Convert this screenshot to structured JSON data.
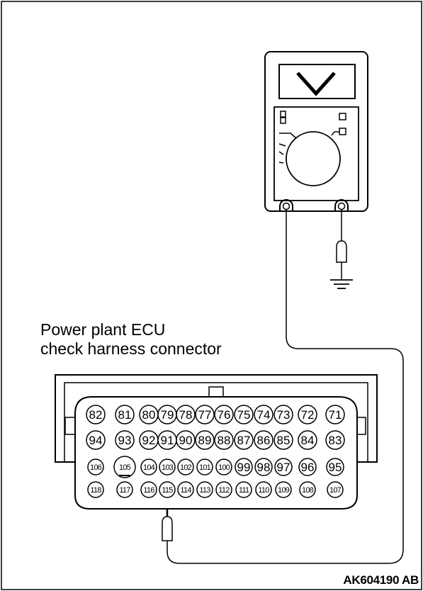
{
  "caption": {
    "line1": "Power plant ECU",
    "line2": "check harness connector"
  },
  "diagram_code": "AK604190 AB",
  "connector": {
    "rows": [
      [
        "82",
        "81",
        "80",
        "79",
        "78",
        "77",
        "76",
        "75",
        "74",
        "73",
        "72",
        "71"
      ],
      [
        "94",
        "93",
        "92",
        "91",
        "90",
        "89",
        "88",
        "87",
        "86",
        "85",
        "84",
        "83"
      ],
      [
        "106",
        "105",
        "104",
        "103",
        "102",
        "101",
        "100",
        "99",
        "98",
        "97",
        "96",
        "95"
      ],
      [
        "118",
        "117",
        "116",
        "115",
        "114",
        "113",
        "112",
        "111",
        "110",
        "109",
        "108",
        "107"
      ]
    ],
    "probed_pin": "115"
  },
  "icons": {
    "meter": "voltmeter-icon",
    "ground": "ground-symbol-icon",
    "probe": "test-probe-icon"
  }
}
